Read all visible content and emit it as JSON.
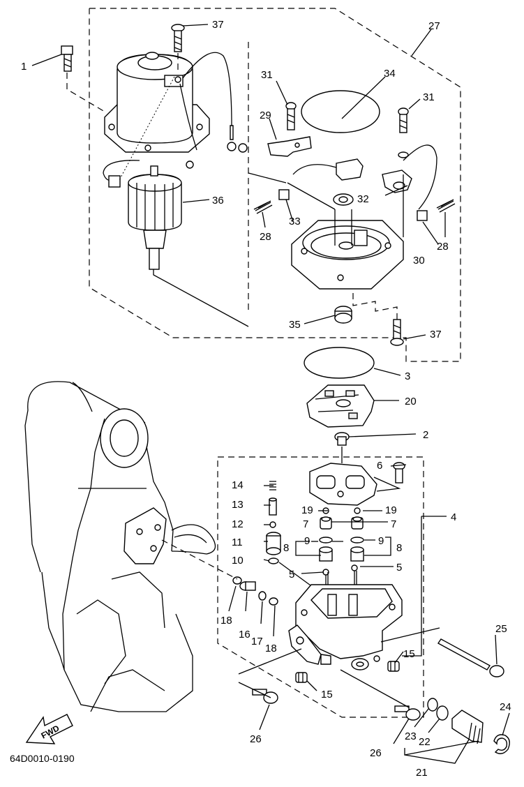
{
  "diagram_code": "64D0010-0190",
  "fwd_label": "FWD",
  "callouts": [
    {
      "id": "c1",
      "text": "1"
    },
    {
      "id": "c37a",
      "text": "37"
    },
    {
      "id": "c27",
      "text": "27"
    },
    {
      "id": "c31a",
      "text": "31"
    },
    {
      "id": "c34",
      "text": "34"
    },
    {
      "id": "c31b",
      "text": "31"
    },
    {
      "id": "c29",
      "text": "29"
    },
    {
      "id": "c36",
      "text": "36"
    },
    {
      "id": "c32",
      "text": "32"
    },
    {
      "id": "c28a",
      "text": "28"
    },
    {
      "id": "c33",
      "text": "33"
    },
    {
      "id": "c28b",
      "text": "28"
    },
    {
      "id": "c30",
      "text": "30"
    },
    {
      "id": "c35",
      "text": "35"
    },
    {
      "id": "c37b",
      "text": "37"
    },
    {
      "id": "c3",
      "text": "3"
    },
    {
      "id": "c20",
      "text": "20"
    },
    {
      "id": "c2",
      "text": "2"
    },
    {
      "id": "c6",
      "text": "6"
    },
    {
      "id": "c14",
      "text": "14"
    },
    {
      "id": "c13",
      "text": "13"
    },
    {
      "id": "c19a",
      "text": "19"
    },
    {
      "id": "c19b",
      "text": "19"
    },
    {
      "id": "c4",
      "text": "4"
    },
    {
      "id": "c12",
      "text": "12"
    },
    {
      "id": "c7a",
      "text": "7"
    },
    {
      "id": "c7b",
      "text": "7"
    },
    {
      "id": "c11",
      "text": "11"
    },
    {
      "id": "c9a",
      "text": "9"
    },
    {
      "id": "c9b",
      "text": "9"
    },
    {
      "id": "c8a",
      "text": "8"
    },
    {
      "id": "c8b",
      "text": "8"
    },
    {
      "id": "c10",
      "text": "10"
    },
    {
      "id": "c5a",
      "text": "5"
    },
    {
      "id": "c5b",
      "text": "5"
    },
    {
      "id": "c18a",
      "text": "18"
    },
    {
      "id": "c16",
      "text": "16"
    },
    {
      "id": "c17",
      "text": "17"
    },
    {
      "id": "c18b",
      "text": "18"
    },
    {
      "id": "c25",
      "text": "25"
    },
    {
      "id": "c15a",
      "text": "15"
    },
    {
      "id": "c15b",
      "text": "15"
    },
    {
      "id": "c26a",
      "text": "26"
    },
    {
      "id": "c24",
      "text": "24"
    },
    {
      "id": "c23",
      "text": "23"
    },
    {
      "id": "c22",
      "text": "22"
    },
    {
      "id": "c26b",
      "text": "26"
    },
    {
      "id": "c21",
      "text": "21"
    }
  ]
}
